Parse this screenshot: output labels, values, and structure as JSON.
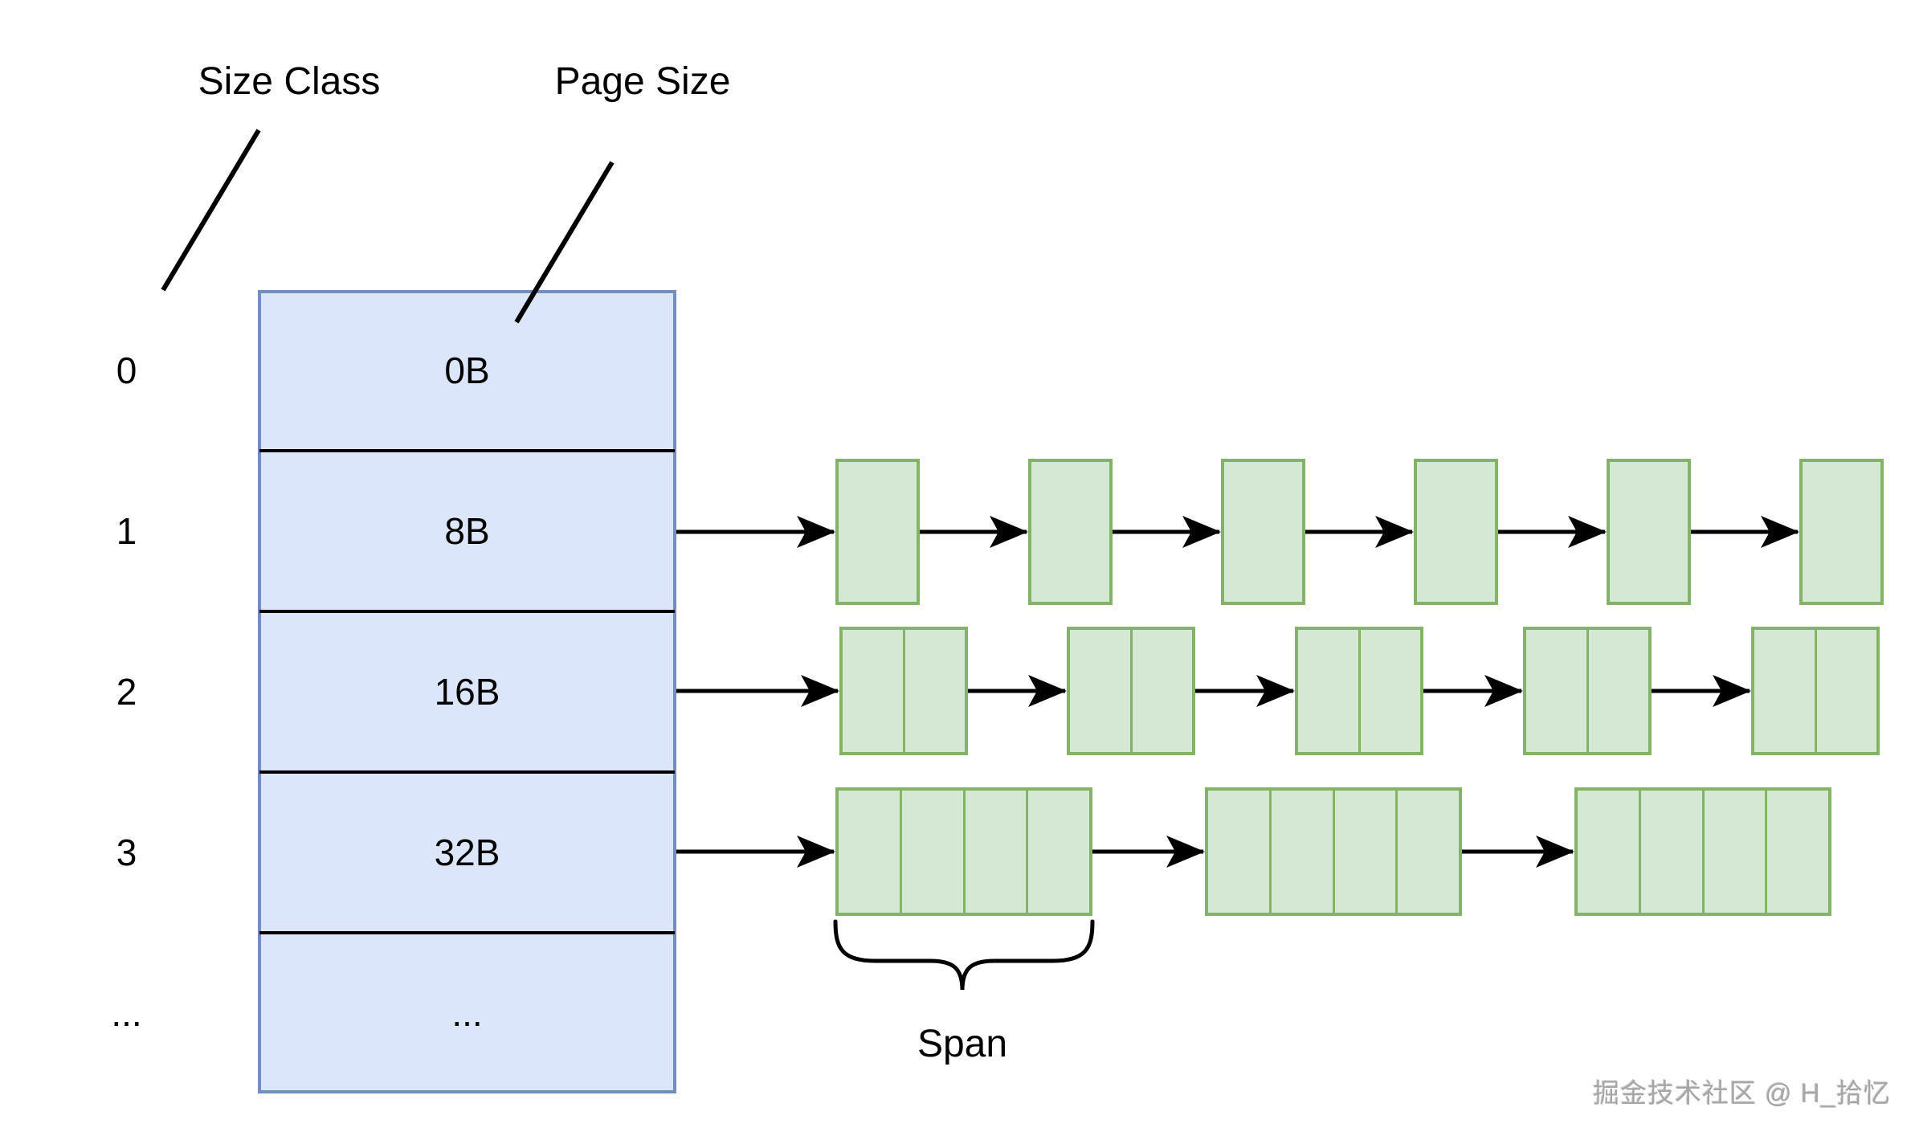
{
  "labels": {
    "size_class": "Size Class",
    "page_size": "Page Size",
    "span": "Span"
  },
  "watermark": "掘金技术社区 @ H_拾忆",
  "table": {
    "rows": [
      {
        "index": "0",
        "page_size": "0B"
      },
      {
        "index": "1",
        "page_size": "8B"
      },
      {
        "index": "2",
        "page_size": "16B"
      },
      {
        "index": "3",
        "page_size": "32B"
      },
      {
        "index": "...",
        "page_size": "..."
      }
    ]
  },
  "span_lists": [
    {
      "size_class_index": "1",
      "cells_per_span": 1,
      "span_count": 6
    },
    {
      "size_class_index": "2",
      "cells_per_span": 2,
      "span_count": 5
    },
    {
      "size_class_index": "3",
      "cells_per_span": 4,
      "span_count": 3
    }
  ],
  "colors": {
    "table_fill": "#dce6fa",
    "table_border": "#6f8fbf",
    "span_fill": "#d5e8d4",
    "span_border": "#82b366",
    "line": "#000000",
    "watermark": "#a6a6a6"
  }
}
